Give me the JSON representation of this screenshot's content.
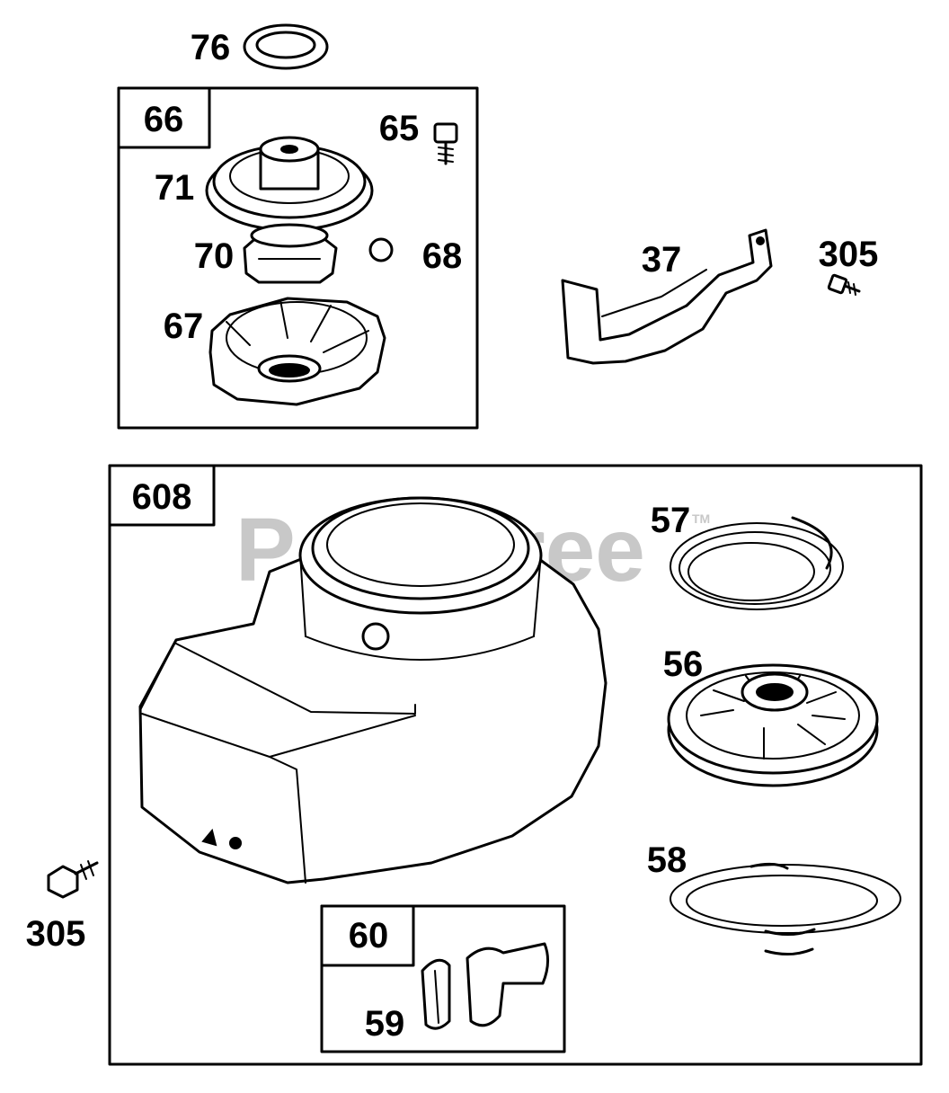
{
  "watermark": {
    "text": "PartsTree",
    "tm": "TM"
  },
  "boxes": {
    "box_66": "66",
    "box_608": "608",
    "box_60": "60"
  },
  "labels": {
    "p76": "76",
    "p65": "65",
    "p71": "71",
    "p70": "70",
    "p68": "68",
    "p67": "67",
    "p37": "37",
    "p305_top": "305",
    "p57": "57",
    "p56": "56",
    "p58": "58",
    "p59": "59",
    "p305_left": "305"
  }
}
